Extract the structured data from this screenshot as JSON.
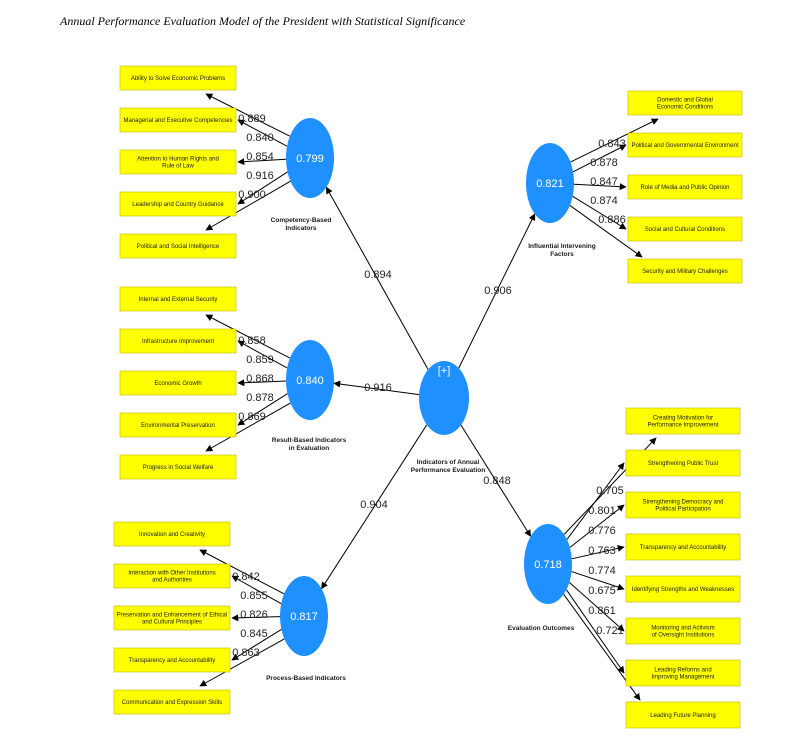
{
  "title": "Annual Performance Evaluation Model of the President with Statistical Significance",
  "colors": {
    "construct": "#1e90ff",
    "indicator_fill": "#ffff00",
    "indicator_border": "#c8b400",
    "edge": "#000000"
  },
  "central": {
    "symbol": "[+]",
    "label": [
      "Indicators of Annual",
      "Performance Evaluation"
    ]
  },
  "constructs": [
    {
      "id": "competency",
      "value": "0.799",
      "label": [
        "Competency-Based",
        "Indicators"
      ],
      "path_coef": "0.894",
      "indicators": [
        [
          "Ability to Solve Economic Problems"
        ],
        [
          "Managerial and Executive Competencies"
        ],
        [
          "Attention to Human Rights and",
          "Rule of Law"
        ],
        [
          "Leadership and Country Guidance"
        ],
        [
          "Political and Social Intelligence"
        ]
      ],
      "loadings": [
        "0.889",
        "0.840",
        "0.854",
        "0.916",
        "0.900"
      ]
    },
    {
      "id": "result",
      "value": "0.840",
      "label": [
        "Result-Based Indicators",
        "in Evaluation"
      ],
      "path_coef": "0.916",
      "indicators": [
        [
          "Internal and External Security"
        ],
        [
          "Infrastructure Improvement"
        ],
        [
          "Economic Growth"
        ],
        [
          "Environmental Preservation"
        ],
        [
          "Progress in Social Welfare"
        ]
      ],
      "loadings": [
        "0.858",
        "0.859",
        "0.868",
        "0.878",
        "0.869"
      ]
    },
    {
      "id": "process",
      "value": "0.817",
      "label": [
        "Process-Based Indicators"
      ],
      "path_coef": "0.904",
      "indicators": [
        [
          "Innovation and Creativity"
        ],
        [
          "Interaction with Other Institutions",
          "and Authorities"
        ],
        [
          "Preservation and Enhancement of Ethical",
          "and Cultural Principles"
        ],
        [
          "Transparency and Accountability"
        ],
        [
          "Communication and Expression Skills"
        ]
      ],
      "loadings": [
        "0.842",
        "0.855",
        "0.826",
        "0.845",
        "0.863"
      ]
    },
    {
      "id": "influential",
      "value": "0.821",
      "label": [
        "Influential Intervening",
        "Factors"
      ],
      "path_coef": "0.906",
      "indicators": [
        [
          "Domestic and Global",
          "Economic Conditions"
        ],
        [
          "Political and Governmental Environment"
        ],
        [
          "Role of Media and Public Opinion"
        ],
        [
          "Social and Cultural Conditions"
        ],
        [
          "Security and Military Challenges"
        ]
      ],
      "loadings": [
        "0.843",
        "0.878",
        "0.847",
        "0.874",
        "0.886"
      ]
    },
    {
      "id": "outcomes",
      "value": "0.718",
      "label": [
        "Evaluation Outcomes"
      ],
      "path_coef": "0.848",
      "indicators": [
        [
          "Creating Motivation for",
          "Performance Improvement"
        ],
        [
          "Strengthening Public Trust"
        ],
        [
          "Strengthening Democracy and",
          "Political Participation"
        ],
        [
          "Transparency and Accountability"
        ],
        [
          "Identifying Strengths and Weaknesses"
        ],
        [
          "Monitoring and Activism",
          "of Oversight Institutions"
        ],
        [
          "Leading Reforms and",
          "Improving Management"
        ],
        [
          "Leading Future Planning"
        ]
      ],
      "loadings": [
        "0.705",
        "0.801",
        "0.776",
        "0.763",
        "0.774",
        "0.675",
        "0.861",
        "0.721"
      ]
    }
  ]
}
